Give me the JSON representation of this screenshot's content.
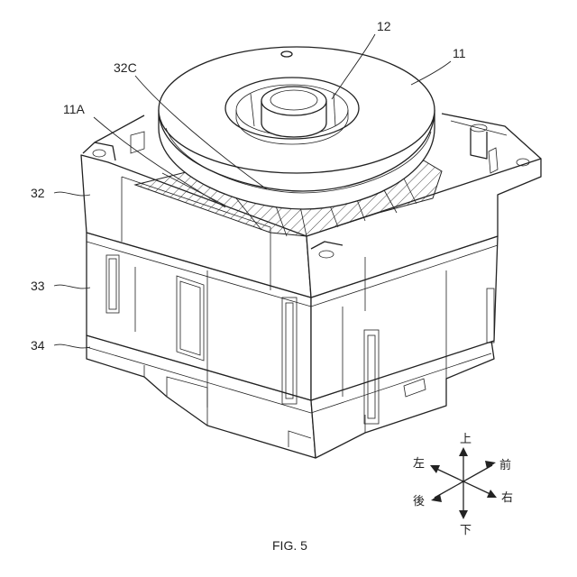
{
  "figure": {
    "caption": "FIG. 5",
    "reference_labels": {
      "r12": "12",
      "r11": "11",
      "r32c": "32C",
      "r11a": "11A",
      "r32": "32",
      "r33": "33",
      "r34": "34"
    },
    "directions": {
      "up": "上",
      "down": "下",
      "left": "左",
      "right": "右",
      "front": "前",
      "rear": "後"
    }
  }
}
